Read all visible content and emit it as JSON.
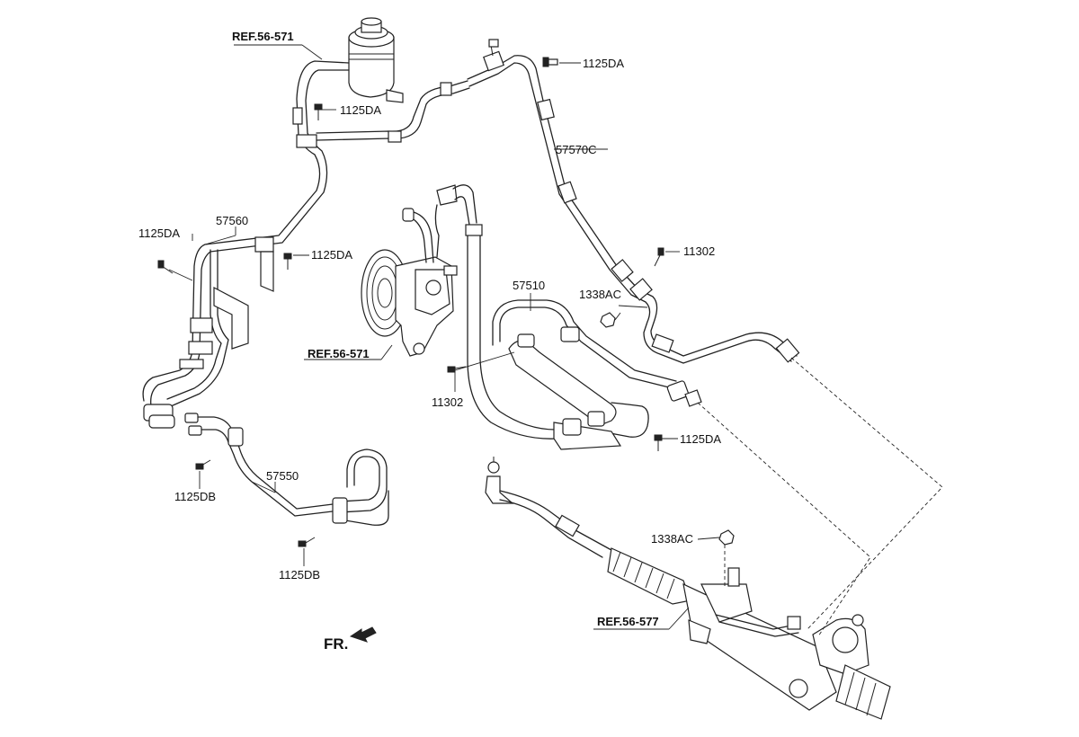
{
  "labels": {
    "ref_reservoir": "REF.56-571",
    "ref_pump": "REF.56-571",
    "ref_gear": "REF.56-577",
    "bolt_1125DA_top": "1125DA",
    "bolt_1125DA_reservoir": "1125DA",
    "bolt_1125DA_left": "1125DA",
    "bolt_1125DA_mid": "1125DA",
    "bolt_1125DA_lower_right": "1125DA",
    "hose_57570C": "57570C",
    "hose_57560": "57560",
    "hose_57510": "57510",
    "hose_57550": "57550",
    "bolt_11302_right": "11302",
    "bolt_11302_mid": "11302",
    "nut_1338AC_upper": "1338AC",
    "nut_1338AC_lower": "1338AC",
    "bolt_1125DB_upper": "1125DB",
    "bolt_1125DB_lower": "1125DB",
    "front_indicator": "FR."
  }
}
